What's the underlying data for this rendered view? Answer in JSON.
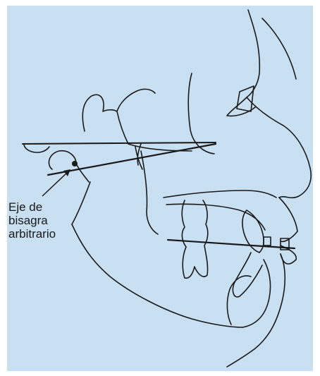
{
  "figure": {
    "label_lines": [
      "Eje de",
      "bisagra",
      "arbitrario"
    ],
    "colors": {
      "background": "#c9dff2",
      "line": "#1a1a1a"
    }
  }
}
